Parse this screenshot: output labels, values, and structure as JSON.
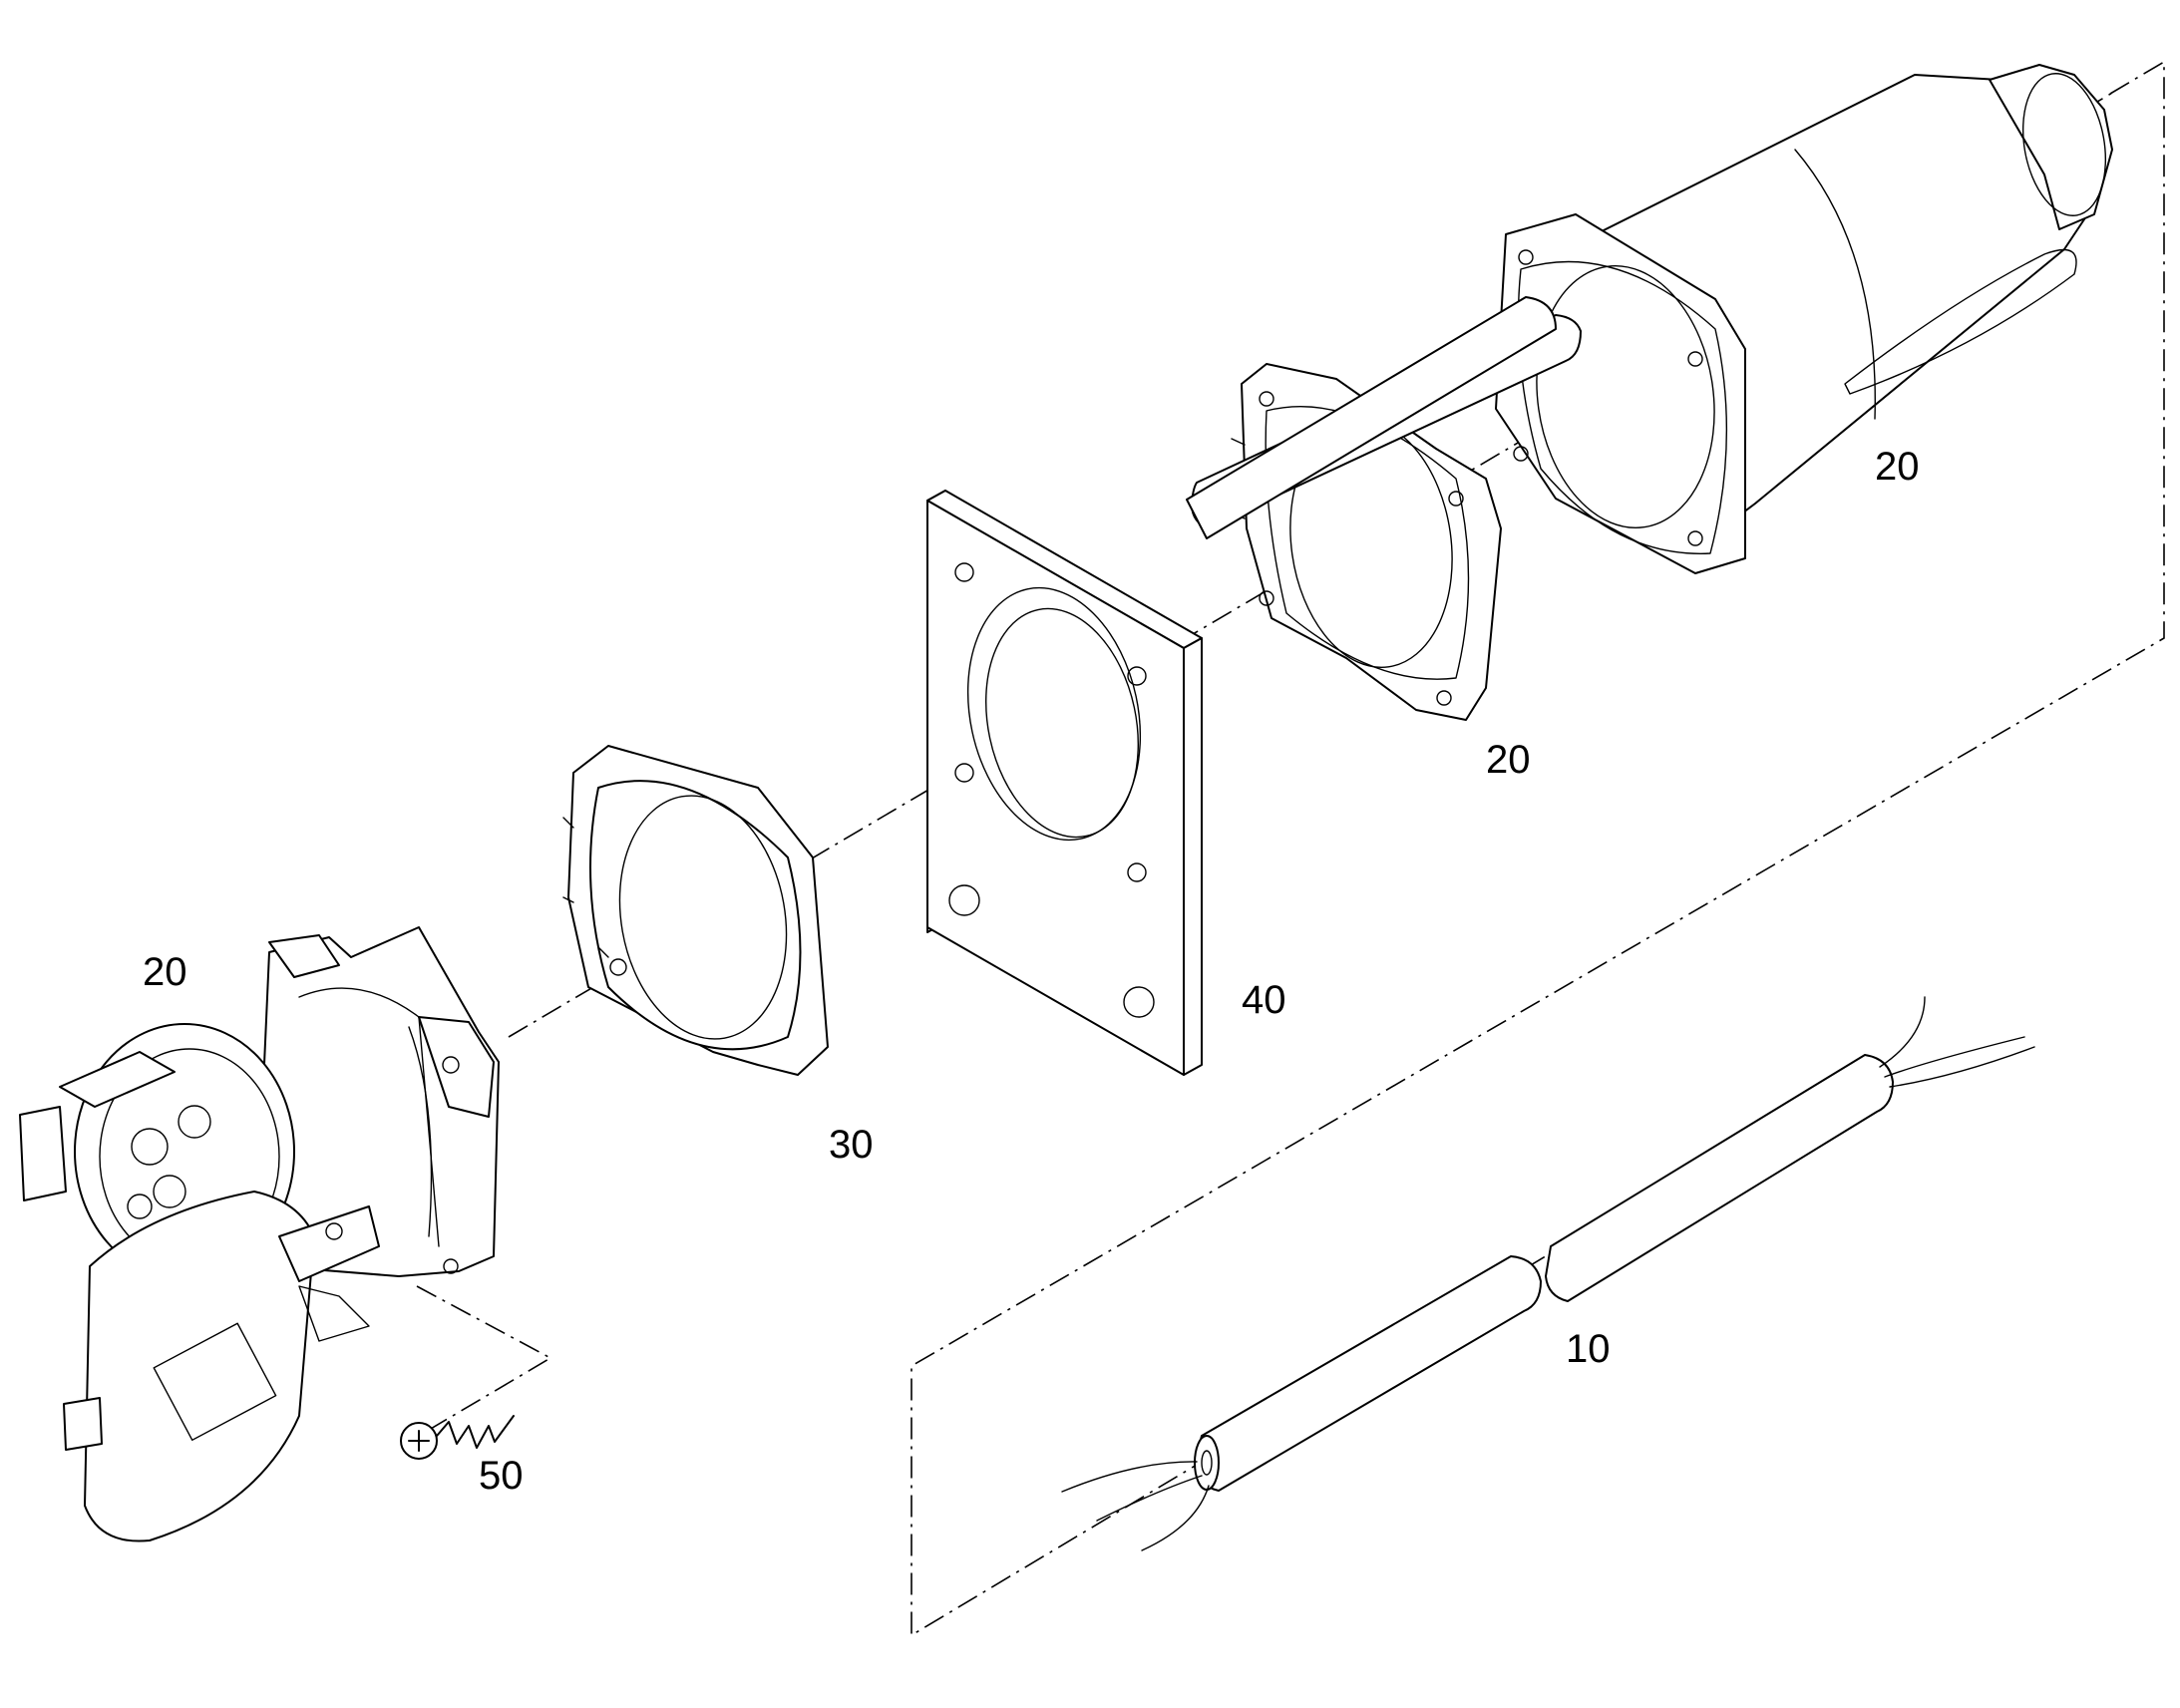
{
  "callouts": [
    {
      "id": "connector-housing",
      "text": "20"
    },
    {
      "id": "bellows-seal",
      "text": "30"
    },
    {
      "id": "mounting-plate",
      "text": "40"
    },
    {
      "id": "gasket-seal",
      "text": "20"
    },
    {
      "id": "rear-cover",
      "text": "20"
    },
    {
      "id": "cable",
      "text": "10"
    },
    {
      "id": "screw",
      "text": "50"
    }
  ]
}
